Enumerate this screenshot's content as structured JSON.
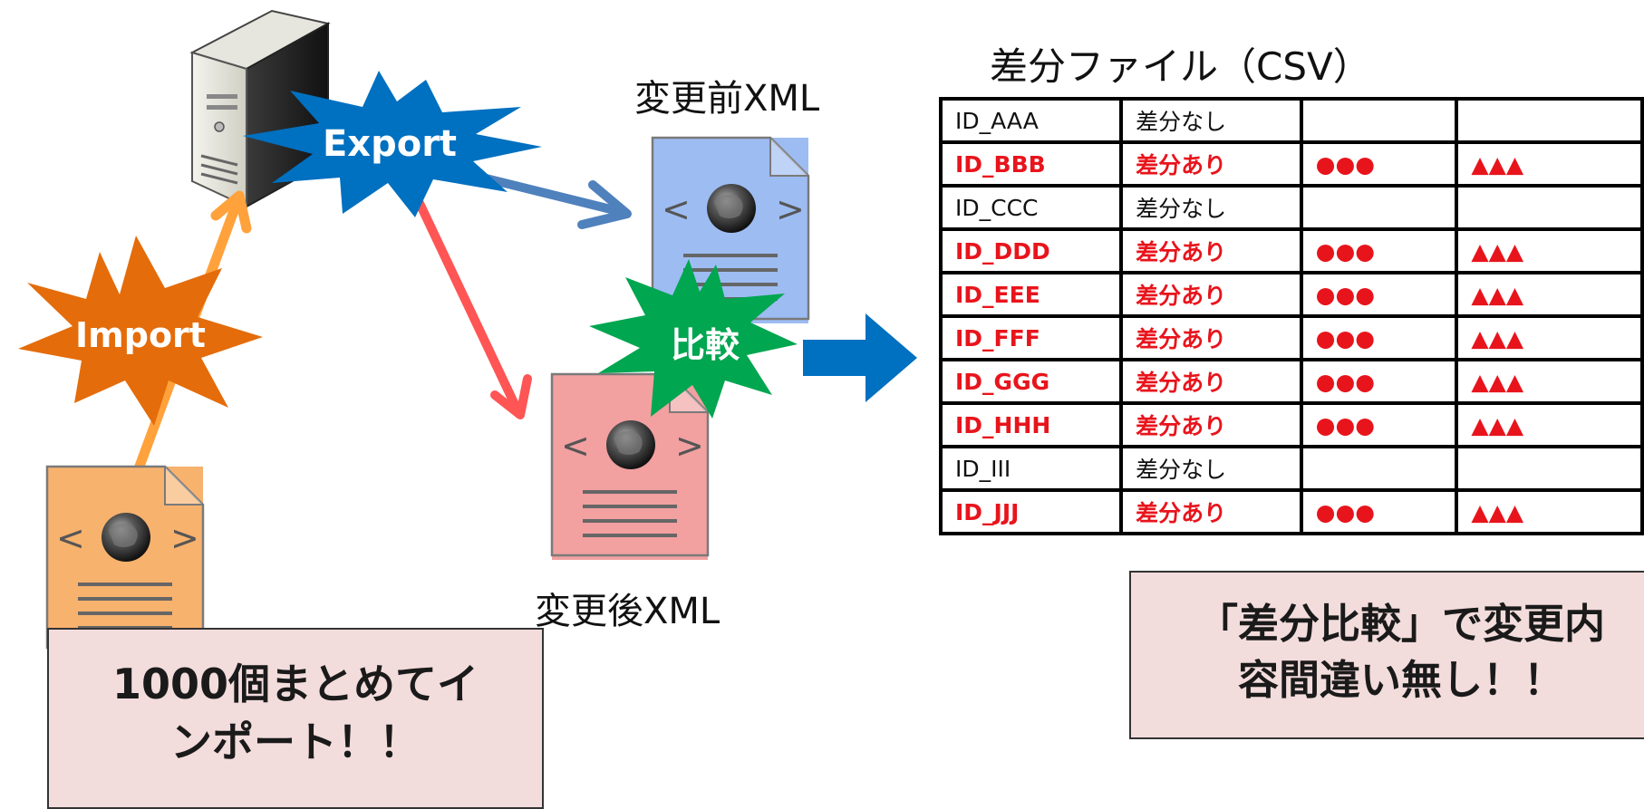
{
  "labels": {
    "import": "Import",
    "export": "Export",
    "compare": "比較"
  },
  "captions": {
    "before_xml": "変更前XML",
    "after_xml": "変更後XML",
    "diff_file": "差分ファイル（CSV）"
  },
  "table": {
    "rows": [
      {
        "id": "ID_AAA",
        "status": "差分なし",
        "col3": "",
        "col4": "",
        "diff": false
      },
      {
        "id": "ID_BBB",
        "status": "差分あり",
        "col3": "●●●",
        "col4": "▲▲▲",
        "diff": true
      },
      {
        "id": "ID_CCC",
        "status": "差分なし",
        "col3": "",
        "col4": "",
        "diff": false
      },
      {
        "id": "ID_DDD",
        "status": "差分あり",
        "col3": "●●●",
        "col4": "▲▲▲",
        "diff": true
      },
      {
        "id": "ID_EEE",
        "status": "差分あり",
        "col3": "●●●",
        "col4": "▲▲▲",
        "diff": true
      },
      {
        "id": "ID_FFF",
        "status": "差分あり",
        "col3": "●●●",
        "col4": "▲▲▲",
        "diff": true
      },
      {
        "id": "ID_GGG",
        "status": "差分あり",
        "col3": "●●●",
        "col4": "▲▲▲",
        "diff": true
      },
      {
        "id": "ID_HHH",
        "status": "差分あり",
        "col3": "●●●",
        "col4": "▲▲▲",
        "diff": true
      },
      {
        "id": "ID_III",
        "status": "差分なし",
        "col3": "",
        "col4": "",
        "diff": false
      },
      {
        "id": "ID_JJJ",
        "status": "差分あり",
        "col3": "●●●",
        "col4": "▲▲▲",
        "diff": true
      }
    ]
  },
  "notes": {
    "import_note_line1": "1000個まとめてイ",
    "import_note_line2": "ンポート！！",
    "diff_note_line1": "「差分比較」で変更内",
    "diff_note_line2": "容間違い無し！！"
  },
  "colors": {
    "import_burst": "#e46c0a",
    "export_burst": "#0070c0",
    "compare_burst": "#00a650",
    "import_arrow": "#ffa23c",
    "export_arrow_blue": "#4f81bd",
    "export_arrow_red": "#ff5555",
    "big_arrow": "#0070c0",
    "diff_text": "#e8141c",
    "doc_orange": "#f7b26e",
    "doc_blue": "#9dbcf2",
    "doc_red": "#f2a0a0",
    "note_bg": "#f3dcdc"
  },
  "icons": [
    "server-icon",
    "xml-document-icon",
    "right-arrow-icon"
  ]
}
